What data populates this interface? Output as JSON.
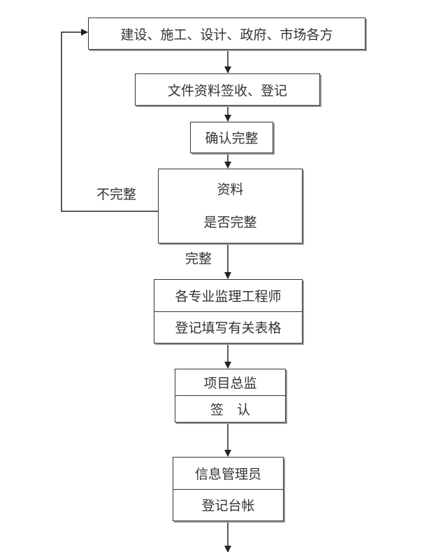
{
  "steps": [
    {
      "lines": [
        "建设、施工、设计、政府、市场各方"
      ]
    },
    {
      "lines": [
        "文件资料签收、登记"
      ]
    },
    {
      "lines": [
        "确认完整"
      ]
    },
    {
      "lines": [
        "资料",
        "是否完整"
      ]
    },
    {
      "lines": [
        "各专业监理工程师",
        "登记填写有关表格"
      ]
    },
    {
      "lines": [
        "项目总监",
        "签　认"
      ]
    },
    {
      "lines": [
        "信息管理员",
        "登记台帐"
      ]
    }
  ],
  "labels": {
    "incomplete": "不完整",
    "complete": "完整"
  }
}
